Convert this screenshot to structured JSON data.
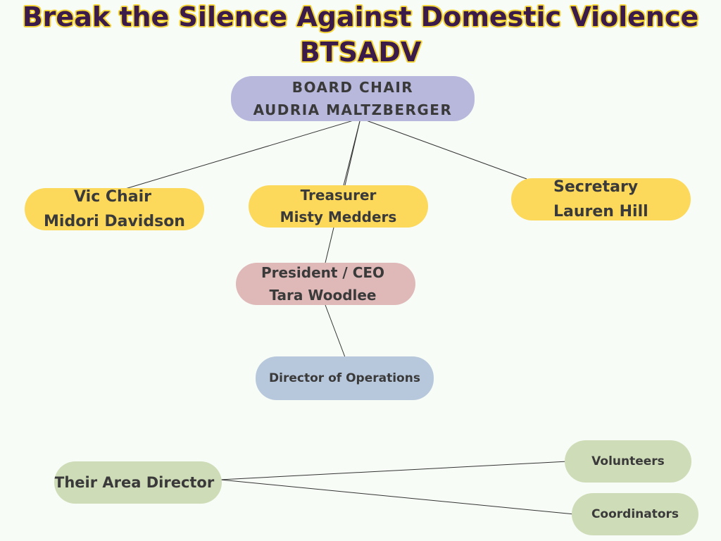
{
  "header": {
    "title": "Break the Silence Against Domestic Violence",
    "subtitle": "BTSADV"
  },
  "nodes": {
    "board_chair": {
      "role": "BOARD CHAIR",
      "name": "AUDRIA MALTZBERGER"
    },
    "vice_chair": {
      "role": "Vic Chair",
      "name": "Midori Davidson"
    },
    "treasurer": {
      "role": "Treasurer",
      "name": "Misty Medders"
    },
    "secretary": {
      "role": "Secretary",
      "name": "Lauren Hill"
    },
    "president": {
      "role": "President / CEO",
      "name": "Tara Woodlee"
    },
    "director_ops": {
      "label": "Director of Operations"
    },
    "area_director": {
      "label": "Their Area Director"
    },
    "volunteers": {
      "label": "Volunteers"
    },
    "coordinators": {
      "label": "Coordinators"
    }
  },
  "colors": {
    "title_text": "#3a1b4a",
    "title_outline": "#f4d63a",
    "board_fill": "#b8b8dd",
    "officer_fill": "#fcd95a",
    "president_fill": "#dfb8b8",
    "operations_fill": "#b8c8dc",
    "field_fill": "#cfdcb8",
    "connector": "#333333"
  }
}
